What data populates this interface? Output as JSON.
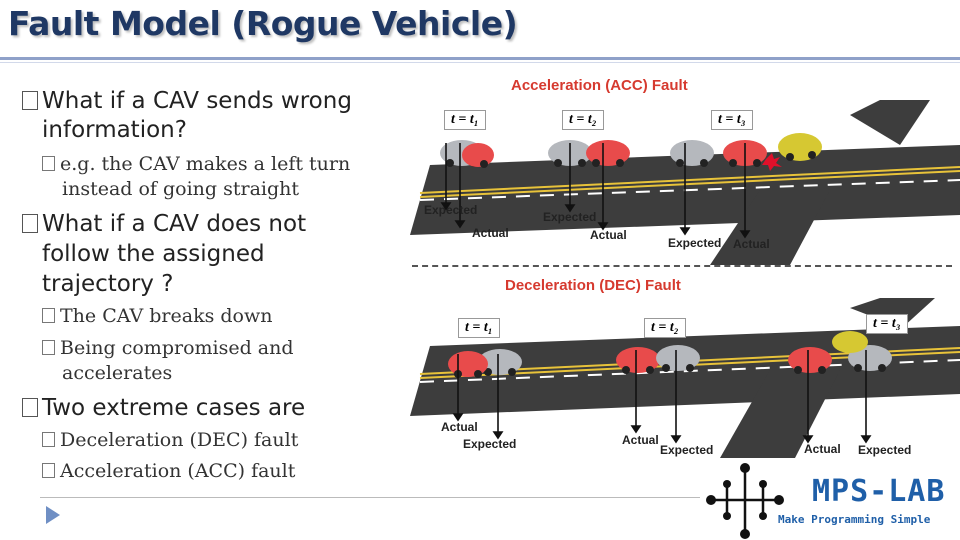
{
  "slide": {
    "title": "Fault Model (Rogue Vehicle)"
  },
  "bullets": {
    "b1_line1": "What if a CAV sends wrong",
    "b1_line2": "information?",
    "b1_sub1_line1": "e.g. the CAV makes a left turn",
    "b1_sub1_line2": "instead of going straight",
    "b2_line1": "What if a CAV does not",
    "b2_line2": "follow the assigned",
    "b2_line3": "trajectory ?",
    "b2_sub1": "The CAV breaks down",
    "b2_sub2_line1": "Being compromised and",
    "b2_sub2_line2": "accelerates",
    "b3_line1": "Two extreme cases are",
    "b3_sub1": "Deceleration (DEC) fault",
    "b3_sub2": "Acceleration (ACC) fault"
  },
  "acc": {
    "heading": "Acceleration (ACC) Fault",
    "t1": "t = t₁",
    "t2": "t = t₂",
    "t3": "t = t₃",
    "expected1": "Expected",
    "actual1": "Actual",
    "expected2": "Expected",
    "actual2": "Actual",
    "expected3": "Expected",
    "actual3": "Actual"
  },
  "dec": {
    "heading": "Deceleration (DEC) Fault",
    "t1": "t = t₁",
    "t2": "t = t₂",
    "t3": "t = t₃",
    "actual1": "Actual",
    "expected1": "Expected",
    "actual2": "Actual",
    "expected2": "Expected",
    "actual3": "Actual",
    "expected3": "Expected"
  },
  "logo": {
    "name": "MPS-LAB",
    "tagline": "Make Programming Simple"
  },
  "colors": {
    "title": "#1f3864",
    "heading_red": "#d63a2f",
    "road": "#3d3d3d",
    "car_red": "#e84b4b",
    "car_gray": "#b5b8bd",
    "car_yellow": "#d6c832",
    "logo_blue": "#1f5fa8"
  },
  "icons": {
    "bullet": "square-box-icon",
    "next": "play-triangle-icon"
  }
}
